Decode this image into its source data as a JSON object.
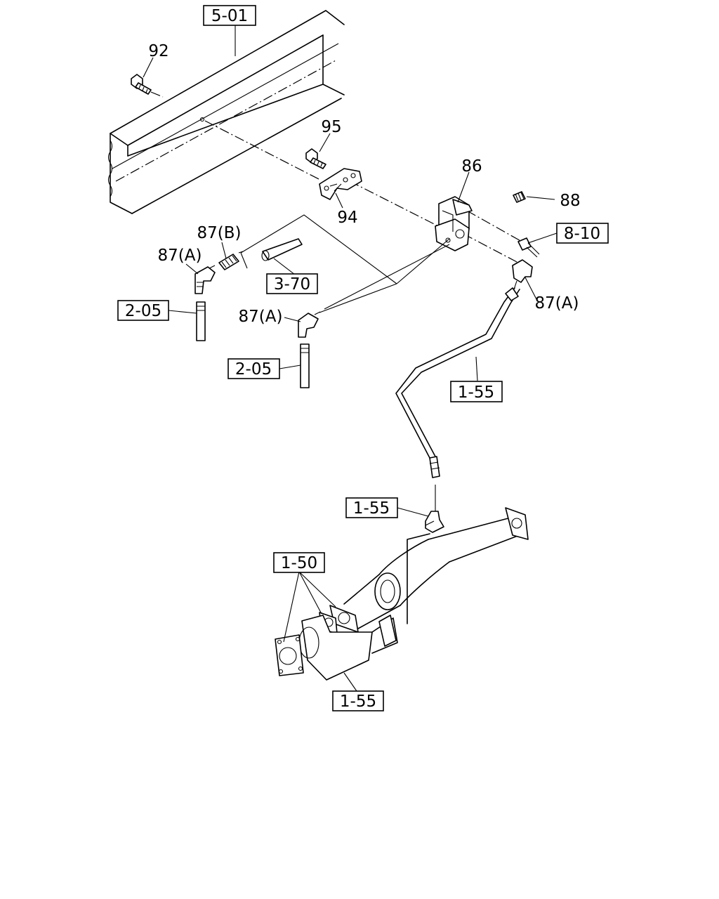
{
  "labels": {
    "ref_5_01": "5-01",
    "num_92": "92",
    "num_95": "95",
    "num_86": "86",
    "num_88": "88",
    "ref_8_10": "8-10",
    "num_94": "94",
    "num_87b": "87(B)",
    "num_87a_left": "87(A)",
    "ref_3_70": "3-70",
    "ref_2_05_top": "2-05",
    "num_87a_mid": "87(A)",
    "num_87a_right": "87(A)",
    "ref_2_05_bottom": "2-05",
    "ref_1_55_pipe": "1-55",
    "ref_1_55_tee": "1-55",
    "ref_1_50": "1-50",
    "ref_1_55_bottom": "1-55"
  }
}
